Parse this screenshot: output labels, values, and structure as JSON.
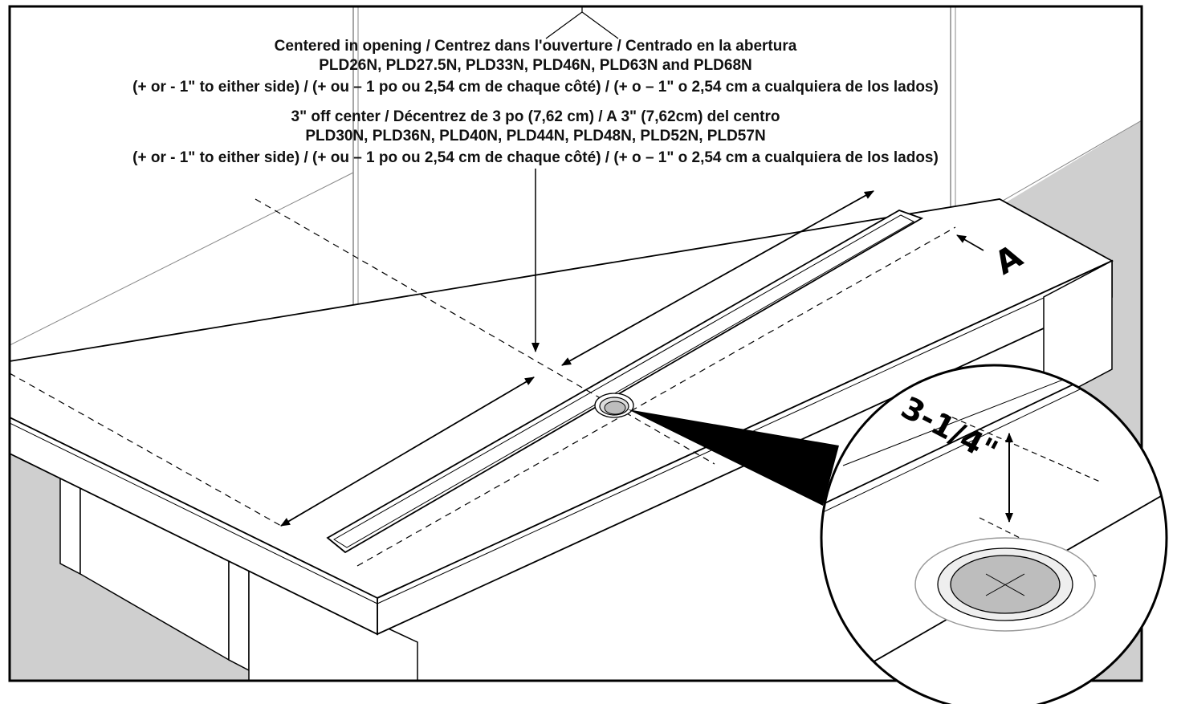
{
  "labels": {
    "centered_line1": "Centered in opening / Centrez dans l'ouverture / Centrado en la abertura",
    "centered_line2": "PLD26N, PLD27.5N, PLD33N, PLD46N, PLD63N and PLD68N",
    "centered_line3": "(+ or - 1\" to either side) / (+ ou – 1 po ou 2,54 cm de chaque côté) / (+ o – 1\" o 2,54 cm a cualquiera de los lados)",
    "offset_line1": "3\" off center / Décentrez de 3 po (7,62 cm) / A 3\" (7,62cm) del centro",
    "offset_line2": "PLD30N, PLD36N, PLD40N, PLD44N, PLD48N, PLD52N, PLD57N",
    "offset_line3": "(+ or - 1\" to either side) / (+ ou – 1 po ou 2,54 cm de chaque côté) / (+ o – 1\" o 2,54 cm a cualquiera de los lados)"
  },
  "callouts": {
    "reference_mark": "A",
    "detail_dimension": "3-1/4\""
  },
  "colors": {
    "line": "#000000",
    "shadow": "#cfcfcf",
    "grommet_fill": "#bdbdbd",
    "background": "#ffffff"
  }
}
